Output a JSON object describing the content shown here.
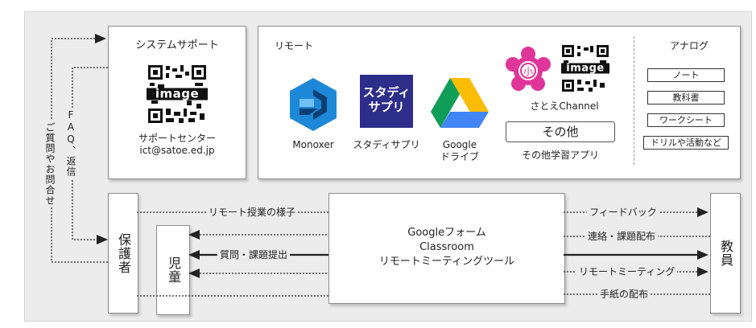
{
  "sections": {
    "support": {
      "title": "システムサポート",
      "qr_text": "image",
      "center_label": "サポートセンター",
      "email": "ict@satoe.ed.jp"
    },
    "remote": {
      "title": "リモート",
      "apps": [
        {
          "label": "Monoxer",
          "icon": "monoxer-logo"
        },
        {
          "label": "スタディサプリ",
          "icon": "studysapuri-logo",
          "logo_text_1": "スタディ",
          "logo_text_2": "サプリ"
        },
        {
          "label_1": "Google",
          "label_2": "ドライブ",
          "icon": "google-drive-logo"
        }
      ],
      "channel": {
        "qr_text": "image",
        "label": "さとえChannel",
        "emblem_char": "小"
      },
      "other_box": "その他",
      "other_label": "その他学習アプリ"
    },
    "analog": {
      "title": "アナログ",
      "items": [
        "ノート",
        "教科書",
        "ワークシート",
        "ドリルや活動など"
      ]
    }
  },
  "actors": {
    "parent": "保護者",
    "child": "児童",
    "teacher": "教員",
    "center_lines": [
      "Googleフォーム",
      "Classroom",
      "リモートミーティングツール"
    ]
  },
  "flows": {
    "inquiry": "ご質問やお問合せ",
    "faq": "FAQ、返信",
    "remote_class": "リモート授業の様子",
    "questions": "質問・課題提出",
    "feedback": "フィードバック",
    "contact": "連絡・課題配布",
    "meeting": "リモートミーティング",
    "letters": "手紙の配布"
  },
  "colors": {
    "studysapuri": "#2d2d8a",
    "monoxer": "#1e88d8",
    "emblem": "#e0359a"
  }
}
